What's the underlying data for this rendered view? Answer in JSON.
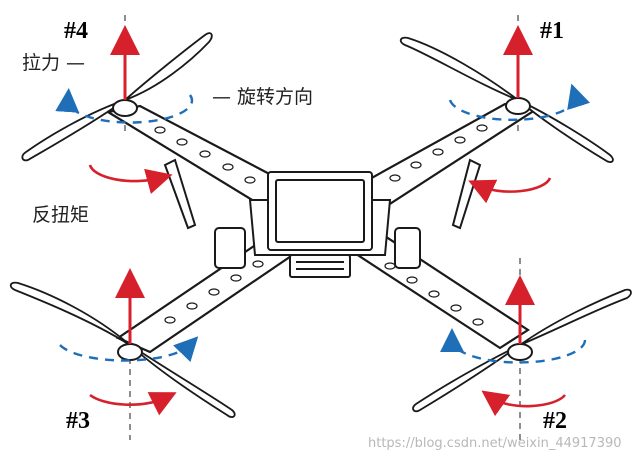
{
  "labels": {
    "motor1": "#1",
    "motor2": "#2",
    "motor3": "#3",
    "motor4": "#4"
  },
  "legend": {
    "thrust": "拉力 —",
    "rotation": "— 旋转方向",
    "reaction_torque": "反扭矩"
  },
  "watermark": "https://blog.csdn.net/weixin_44917390",
  "colors": {
    "frame": "#1a1a1a",
    "thrust": "#d6202b",
    "rotation": "#1f6fb8",
    "torque": "#d6202b",
    "axis": "#444444"
  }
}
